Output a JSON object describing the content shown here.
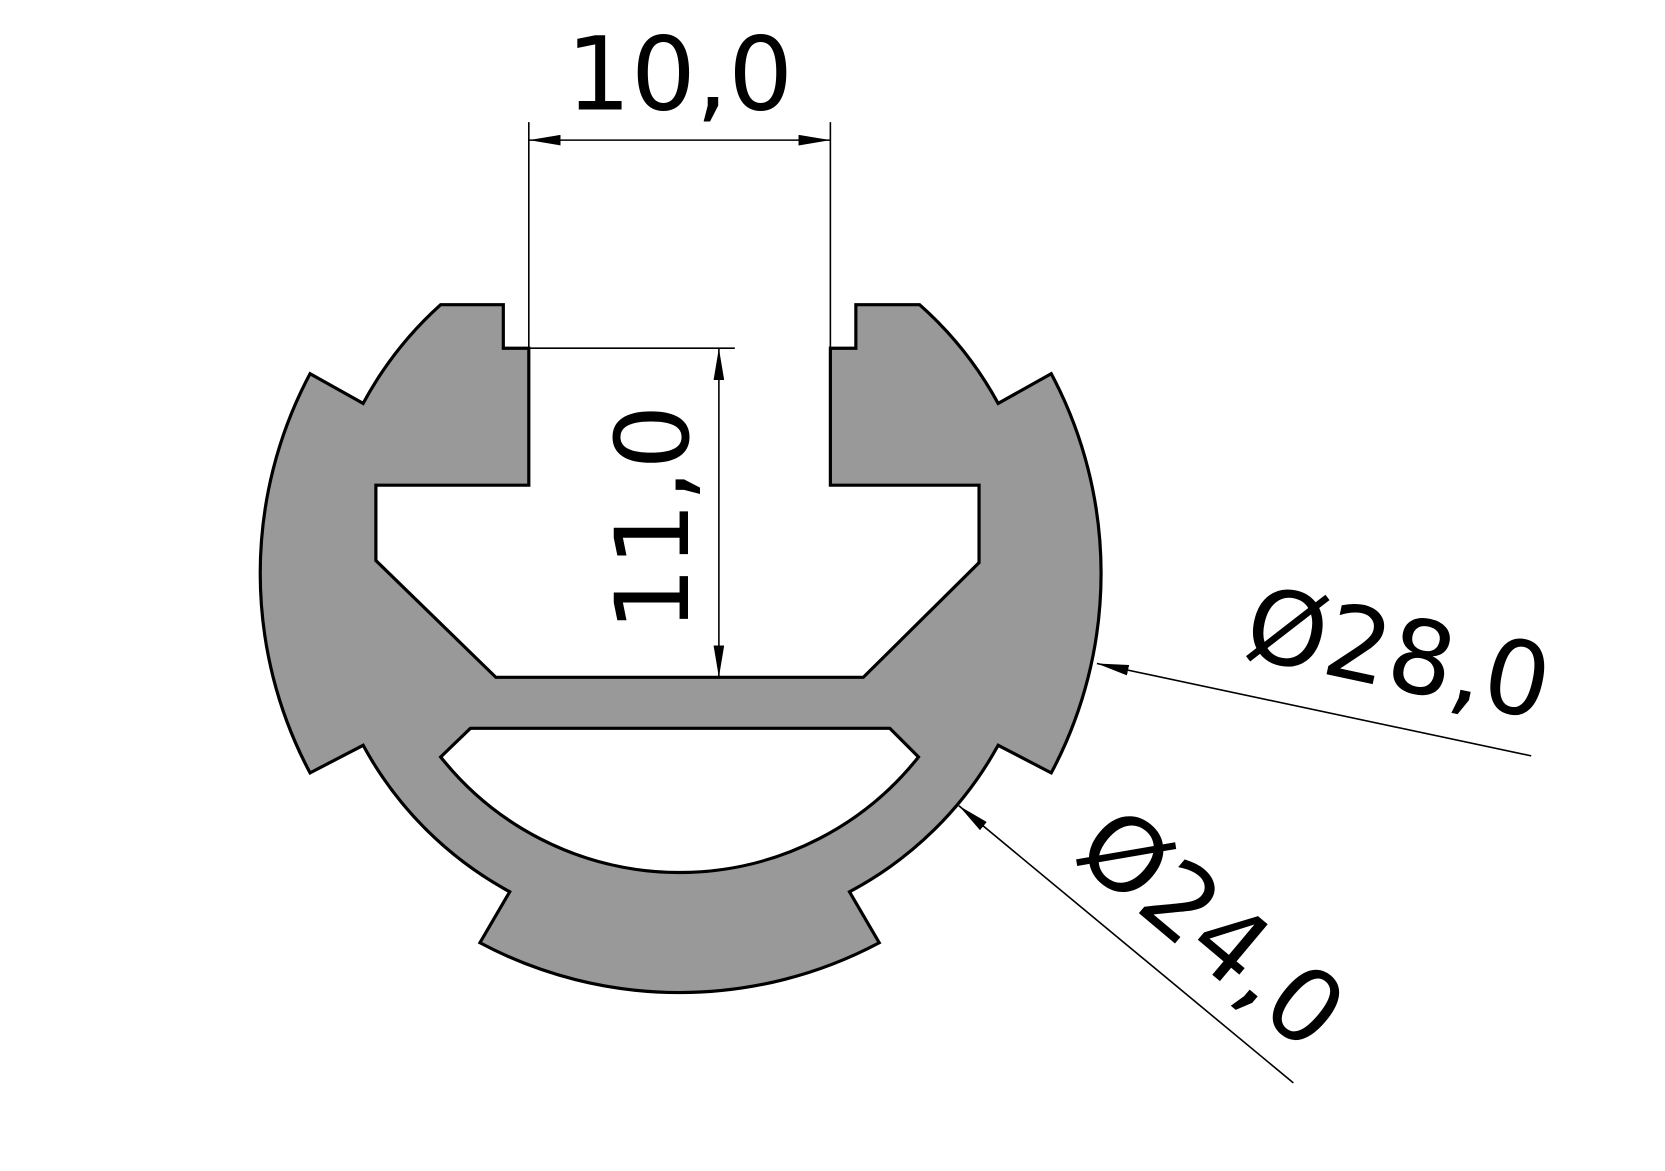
{
  "drawing": {
    "title": "Round profile cross-section",
    "profile_fill": "#999999",
    "line_color": "#000000",
    "dimensions": {
      "slot_width": "10,0",
      "slot_depth": "11,0",
      "outer_diameter": "Ø28,0",
      "inner_diameter": "Ø24,0"
    }
  }
}
